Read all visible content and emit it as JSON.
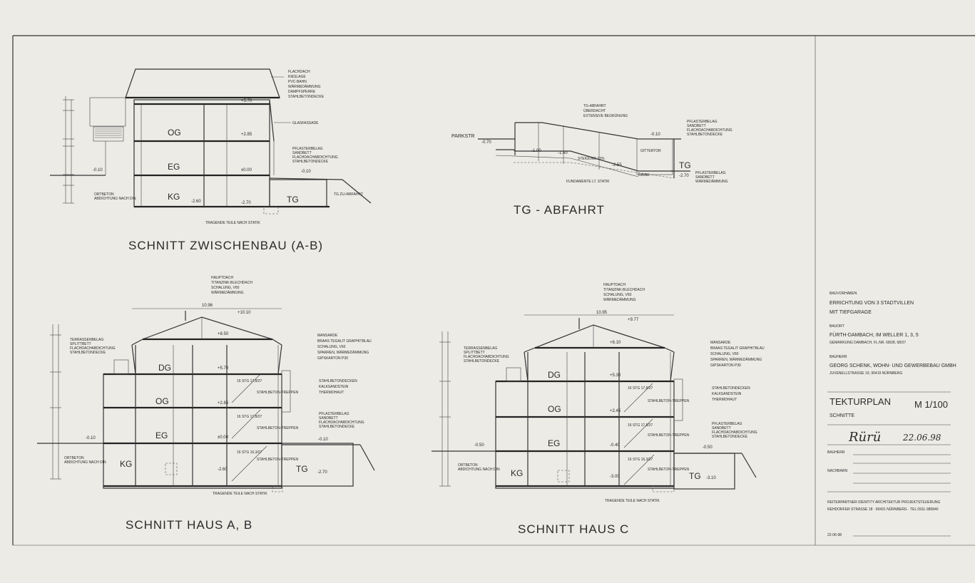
{
  "titles": {
    "zwischenbau": "SCHNITT ZWISCHENBAU (A-B)",
    "tg": "TG - ABFAHRT",
    "haus_ab": "SCHNITT HAUS A, B",
    "haus_c": "SCHNITT HAUS C"
  },
  "zwischenbau": {
    "rooms": {
      "og": "OG",
      "eg": "EG",
      "kg": "KG",
      "tg": "TG"
    },
    "roof_note": [
      "FLACHDACH",
      "KIESLAGE",
      "PVC-BAHN",
      "WÄRMEDÄMMUNG",
      "DAMPFSPERRE",
      "STAHLBETONDECKE"
    ],
    "glass_note": "GLASFASSADE",
    "floor_note": [
      "PFLASTERBELAG",
      "SANDBETT",
      "FLACHDACHABDICHTUNG",
      "STAHLBETONDECKE"
    ],
    "levels": {
      "top": "+5.70",
      "og": "+2.85",
      "eg": "±0.00",
      "ground_l": "-0.10",
      "ground_r": "-0.10",
      "kg": "-2.60",
      "tg": "-2.70"
    },
    "ortbeton": [
      "ORTBETON",
      "ABDICHTUNG NACH DIN"
    ],
    "tg_zufahrt": "TG ZU-/ABFAHRT",
    "tragende": "TRAGENDE TEILE NACH STATIK"
  },
  "tg": {
    "parkstr": "PARKSTR",
    "parkstr_level": "-0.70",
    "top_note": [
      "TG-ABFAHRT",
      "ÜBERDACHT",
      "EXTENSIVE BEGRÜNUNG"
    ],
    "right_note": [
      "PFLASTERBELAG",
      "SANDBETT",
      "FLACHDACHABDICHTUNG",
      "STAHLBETONDECKE"
    ],
    "bottom_note": [
      "PFLASTERBELAG",
      "SANDBETT",
      "WÄRMEDÄMMUNG"
    ],
    "level_right": "-0.10",
    "level_tg": "-2.70",
    "gittertor": "GITTERTOR",
    "tg_label": "TG",
    "fundament": "FUNDAMENTE LT. STATIK",
    "slope_a": "-1.00",
    "slope_b": "-1.60",
    "slope_c": "-2.55",
    "gefaelle": "STEIGUNG 12%",
    "rinne": "RINNE"
  },
  "haus_ab": {
    "rooms": {
      "dg": "DG",
      "og": "OG",
      "eg": "EG",
      "kg": "KG",
      "tg": "TG"
    },
    "roof_note": [
      "HAUPTDACH",
      "TITANZINK-BLECHDACH",
      "SCHALUNG, V60",
      "WÄRMEDÄMMUNG"
    ],
    "mansard_note": [
      "MANSARDE",
      "BRAAS TEGALIT GRAPHITBLAU",
      "SCHALUNG, V60",
      "SPARREN, WÄRMEDÄMMUNG",
      "GIPSKARTON P30"
    ],
    "wall_note": [
      "STAHLBETONDECKEN",
      "KALKSANDSTEIN",
      "THERMOHAUT"
    ],
    "terrace_note": [
      "TERRASSENBELAG",
      "SPLITTBETT",
      "FLACHDACHABDICHTUNG",
      "STAHLBETONDECKE"
    ],
    "floor_note": [
      "PFLASTERBELAG",
      "SANDBETT",
      "FLACHDACHABDICHTUNG",
      "STAHLBETONDECKE"
    ],
    "levels": {
      "ridge": "+10.10",
      "dg_top": "+8.50",
      "dg": "+5.70",
      "og": "+2.85",
      "eg": "±0.00",
      "kg": "-2.60",
      "tg": "-2.70",
      "ground_l": "-0.10",
      "ground_r": "-0.10"
    },
    "ortbeton": [
      "ORTBETON",
      "ABDICHTUNG NACH DIN"
    ],
    "stair_labels": [
      "STAHLBETON-TREPPEN",
      "STAHLBETON-TREPPEN",
      "STAHLBETON-TREPPEN"
    ],
    "stg": [
      "16 STG 17,8/27",
      "16 STG 17,8/27",
      "16 STG 16,3/27"
    ],
    "tragende": "TRAGENDE TEILE NACH STATIK",
    "width": "10.96"
  },
  "haus_c": {
    "rooms": {
      "dg": "DG",
      "og": "OG",
      "eg": "EG",
      "kg": "KG",
      "tg": "TG"
    },
    "roof_note": [
      "HAUPTDACH",
      "TITANZINK-BLECHDACH",
      "SCHALUNG, V60",
      "WÄRMEDÄMMUNG"
    ],
    "mansard_note": [
      "MANSARDE",
      "BRAAS TEGALIT GRAPHITBLAU",
      "SCHALUNG, V60",
      "SPARREN, WÄRMEDÄMMUNG",
      "GIPSKARTON P30"
    ],
    "wall_note": [
      "STAHLBETONDECKEN",
      "KALKSANDSTEIN",
      "THERMOHAUT"
    ],
    "terrace_note": [
      "TERRASSENBELAG",
      "SPLITTBETT",
      "FLACHDACHABDICHTUNG",
      "STAHLBETONDECKE"
    ],
    "floor_note": [
      "PFLASTERBELAG",
      "SANDBETT",
      "FLACHDACHABDICHTUNG",
      "STAHLBETONDECKE"
    ],
    "levels": {
      "ridge": "+9.77",
      "dg_top": "+8.10",
      "dg": "+5.30",
      "og": "+2.45",
      "eg": "-0.40",
      "kg": "-3.00",
      "tg": "-3.10",
      "ground_l": "-0.50",
      "ground_r": "-0.50"
    },
    "ortbeton": [
      "ORTBETON",
      "ABDICHTUNG NACH DIN"
    ],
    "stair_labels": [
      "STAHLBETON-TREPPEN",
      "STAHLBETON-TREPPEN",
      "STAHLBETON-TREPPEN"
    ],
    "stg": [
      "16 STG 17,8/27",
      "16 STG 17,8/27",
      "16 STG 16,3/27"
    ],
    "tragende": "TRAGENDE TEILE NACH STATIK",
    "width": "10.95"
  },
  "title_block": {
    "bauvorhaben_label": "BAUVORHABEN",
    "bauvorhaben": [
      "ERRICHTUNG VON 3 STADTVILLEN",
      "MIT TIEFGARAGE"
    ],
    "bauort_label": "BAUORT",
    "bauort": "FÜRTH-DAMBACH, IM WELLER 1, 3, 5",
    "gemarkung": "GEMARKUNG DAMBACH, FL.NR. 68/28, 68/37",
    "bauherr_label": "BAUHERR",
    "bauherr": "GEORG SCHENK, WOHN- UND GEWERBEBAU GMBH",
    "bauherr_addr": "JUVENELLSTRASSE 19, 90419 NÜRNBERG",
    "plan": "TEKTURPLAN",
    "scale": "M 1/100",
    "plan_sub": "SCHNITTE",
    "signature": "Rürü",
    "date": "22.06.98",
    "bauherr_sign": "BAUHERR",
    "nachbarn": "NACHBARN",
    "office": "REITERPARTNER IDENTITY ARCHITEKTUR PROJEKTSTEUERUNG",
    "office_addr": "REHDORFER STRASSE 18 · 90431 NÜRNBERG · TEL 0911-385840",
    "footer_date": "22-06-98"
  }
}
